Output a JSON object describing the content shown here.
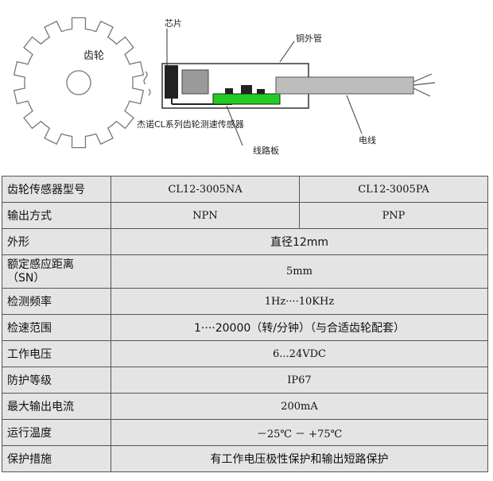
{
  "diagram": {
    "gear_label": "齿轮",
    "chip_label": "芯片",
    "tube_label": "铜外管",
    "product_label": "杰诺CL系列齿轮测速传感器",
    "board_label": "线路板",
    "cable_label": "电线"
  },
  "table": {
    "rows": [
      {
        "label": "齿轮传感器型号",
        "values": [
          "CL12-3005NA",
          "CL12-3005PA"
        ]
      },
      {
        "label": "输出方式",
        "values": [
          "NPN",
          "PNP"
        ]
      },
      {
        "label": "外形",
        "values": [
          "直径12mm"
        ]
      },
      {
        "label_lines": [
          "额定感应距离",
          "（SN）"
        ],
        "values": [
          "5mm"
        ]
      },
      {
        "label": "检测频率",
        "values": [
          "1Hz····10KHz"
        ]
      },
      {
        "label": "检速范围",
        "values": [
          "1····20000（转/分钟）（与合适齿轮配套）"
        ]
      },
      {
        "label": "工作电压",
        "values": [
          "6...24VDC"
        ]
      },
      {
        "label": "防护等级",
        "values": [
          "IP67"
        ]
      },
      {
        "label": "最大输出电流",
        "values": [
          "200mA"
        ]
      },
      {
        "label": "运行温度",
        "values": [
          "－25℃  －  +75℃"
        ]
      },
      {
        "label": "保护措施",
        "values": [
          "有工作电压极性保护和输出短路保护"
        ]
      }
    ]
  }
}
